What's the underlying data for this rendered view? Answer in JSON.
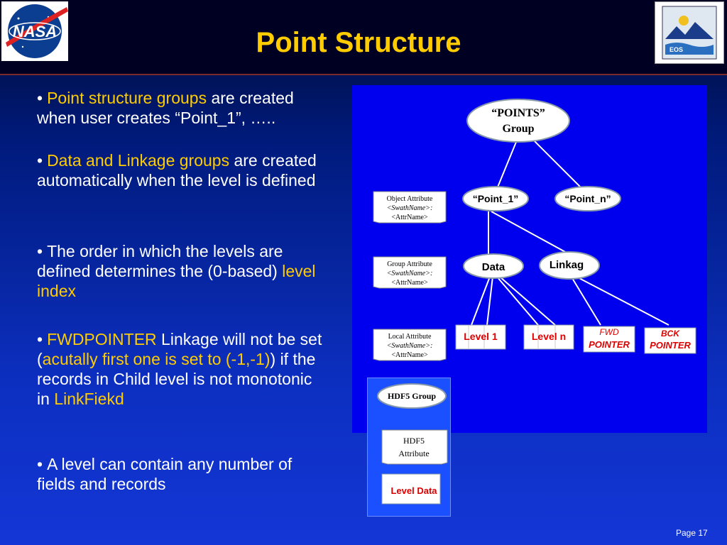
{
  "slide": {
    "title": "Point Structure",
    "page_label": "Page 17"
  },
  "logos": {
    "left_text": "NASA",
    "right_text": "EOS"
  },
  "bullets": [
    {
      "parts": [
        {
          "text": "Point structure groups",
          "hl": true
        },
        {
          "text": " are created when user creates “Point_1”, …..",
          "hl": false
        }
      ]
    },
    {
      "parts": [
        {
          "text": "Data and Linkage groups",
          "hl": true
        },
        {
          "text": " are created automatically when the level is defined",
          "hl": false
        }
      ]
    },
    {
      "parts": [
        {
          "text": "The order in which the levels are defined determines the (0-based) ",
          "hl": false
        },
        {
          "text": "level index",
          "hl": true
        }
      ]
    },
    {
      "parts": [
        {
          "text": "FWDPOINTER",
          "hl": true
        },
        {
          "text": " Linkage will not be set (",
          "hl": false
        },
        {
          "text": "acutally first one is set to (-1,-1)",
          "hl": true
        },
        {
          "text": ") if the records in Child level is not monotonic in ",
          "hl": false
        },
        {
          "text": "LinkFiekd",
          "hl": true
        }
      ]
    },
    {
      "parts": [
        {
          "text": "A level can contain any number of fields and records",
          "hl": false
        }
      ]
    }
  ],
  "diagram": {
    "points_group": [
      "“POINTS”",
      "Group"
    ],
    "point_1": "“Point_1”",
    "point_n": "“Point_n”",
    "data": "Data",
    "linkage": "Linkag",
    "level_1": "Level 1",
    "level_n": "Level n",
    "fwd_pointer": [
      "FWD",
      "POINTER"
    ],
    "bck_pointer": [
      "BCK",
      "POINTER"
    ],
    "object_attr": [
      "Object Attribute",
      "<SwathName>:",
      "<AttrName>"
    ],
    "group_attr": [
      "Group Attribute",
      "<SwathName>:",
      "<AttrName>"
    ],
    "local_attr": [
      "Local  Attribute",
      "<SwathName>:",
      "<AttrName>"
    ],
    "legend": {
      "hdf5_group": "HDF5 Group",
      "hdf5_attribute": [
        "HDF5",
        "Attribute"
      ],
      "level_data": "Level Data"
    }
  },
  "colors": {
    "highlight": "#ffcc00",
    "title": "#ffcc00",
    "diagram_red": "#dd0000"
  }
}
